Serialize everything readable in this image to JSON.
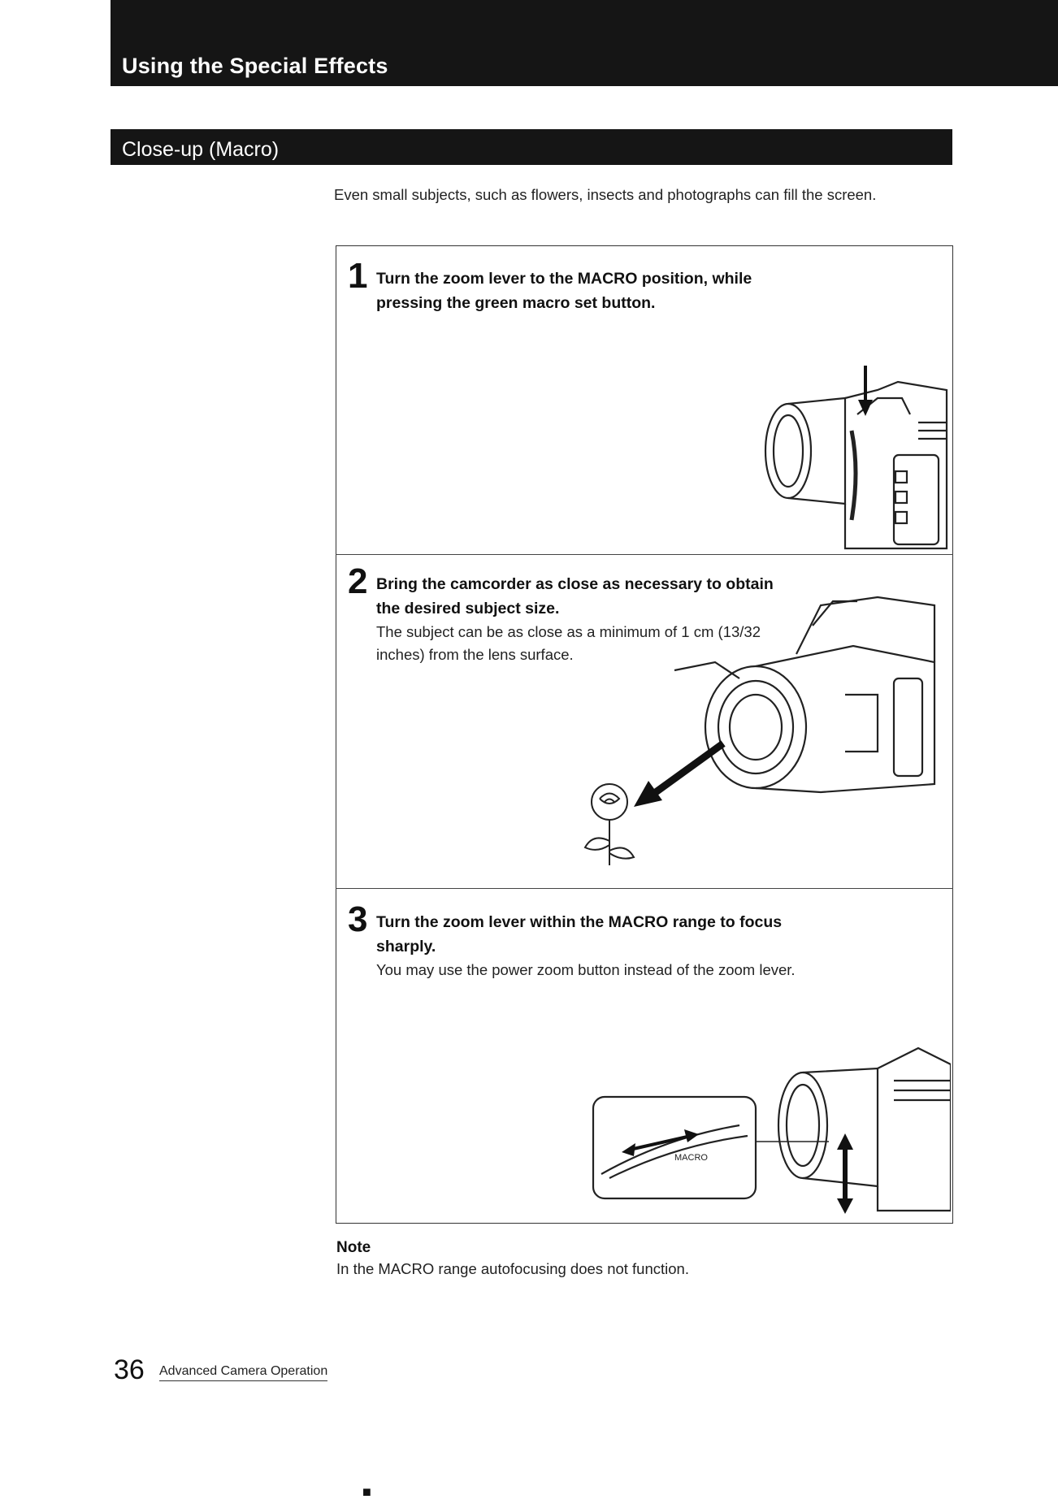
{
  "header": {
    "title": "Using the Special Effects"
  },
  "section": {
    "title": "Close-up (Macro)"
  },
  "intro": "Even small subjects, such as flowers, insects and photographs can fill the screen.",
  "steps": [
    {
      "number": "1",
      "heading": "Turn the zoom lever to the MACRO position, while pressing the green macro set button.",
      "body": ""
    },
    {
      "number": "2",
      "heading": "Bring the camcorder as close as necessary to obtain the desired subject size.",
      "body": "The subject can be as close as a minimum of 1 cm (13/32 inches) from the lens surface."
    },
    {
      "number": "3",
      "heading": "Turn the zoom lever within the MACRO range to focus sharply.",
      "body": "You may use the power zoom button instead of the zoom lever."
    }
  ],
  "illustration_labels": {
    "macro": "MACRO"
  },
  "note": {
    "label": "Note",
    "text": "In the MACRO range autofocusing does not function."
  },
  "footer": {
    "page_number": "36",
    "label": "Advanced Camera Operation"
  }
}
